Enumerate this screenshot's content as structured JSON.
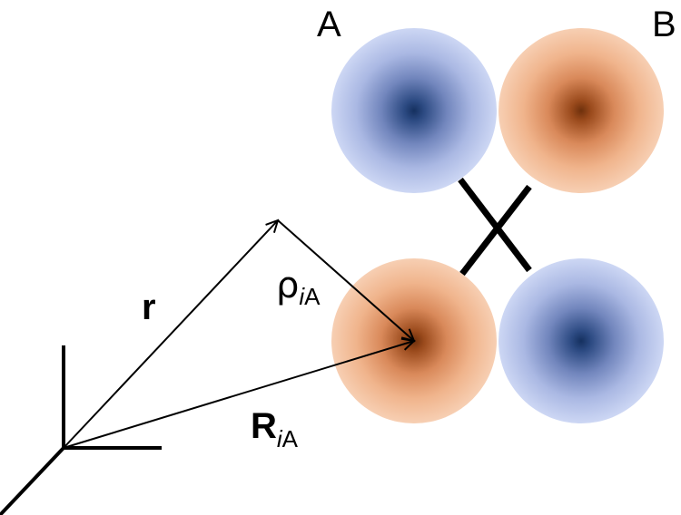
{
  "labels": {
    "atom_a": "A",
    "atom_b": "B",
    "position_vector": "r",
    "rho_symbol": "ρ",
    "rho_sub_i": "i",
    "rho_sub_a": "A",
    "R_symbol": "R",
    "R_sub_i": "i",
    "R_sub_a": "A"
  },
  "orbitals": [
    {
      "id": "top-left",
      "color": "blue"
    },
    {
      "id": "top-right",
      "color": "orange"
    },
    {
      "id": "bottom-left",
      "color": "orange"
    },
    {
      "id": "bottom-right",
      "color": "blue"
    }
  ],
  "colors": {
    "blue_core": "#1c3a6e",
    "blue_edge": "#c9d4f2",
    "orange_core": "#7a3810",
    "orange_edge": "#f5c8a8"
  }
}
